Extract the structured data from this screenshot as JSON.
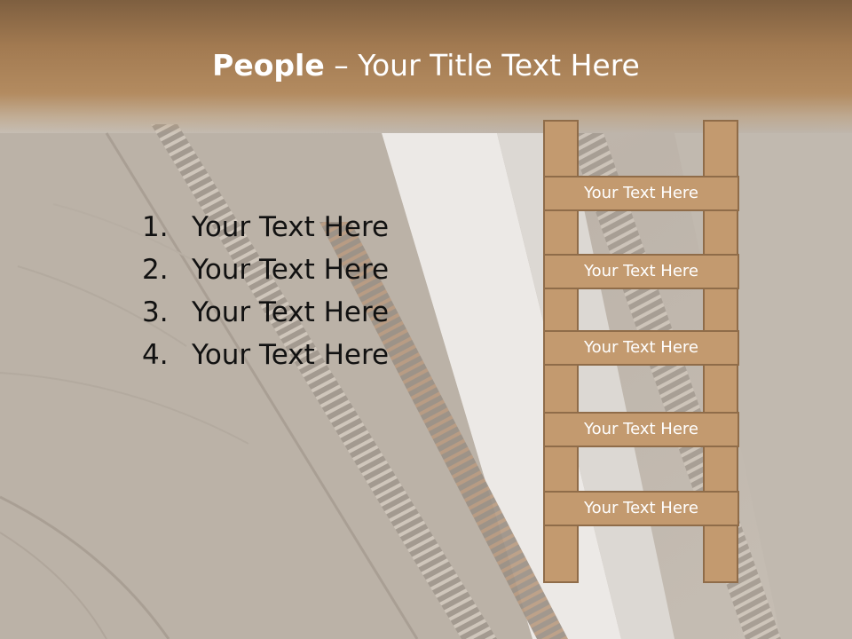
{
  "title": {
    "bold": "People",
    "rest": " – Your Title Text Here"
  },
  "list": [
    {
      "num": "1.",
      "text": "Your Text Here"
    },
    {
      "num": "2.",
      "text": "Your Text Here"
    },
    {
      "num": "3.",
      "text": "Your Text Here"
    },
    {
      "num": "4.",
      "text": "Your Text Here"
    }
  ],
  "ladder_rungs": [
    "Your Text Here",
    "Your Text Here",
    "Your Text Here",
    "Your Text Here",
    "Your Text Here"
  ],
  "colors": {
    "title_band": "#a27a51",
    "ladder_fill": "#c39a6f",
    "ladder_border": "#8f6c49",
    "title_text": "#ffffff",
    "body_text": "#111111"
  }
}
